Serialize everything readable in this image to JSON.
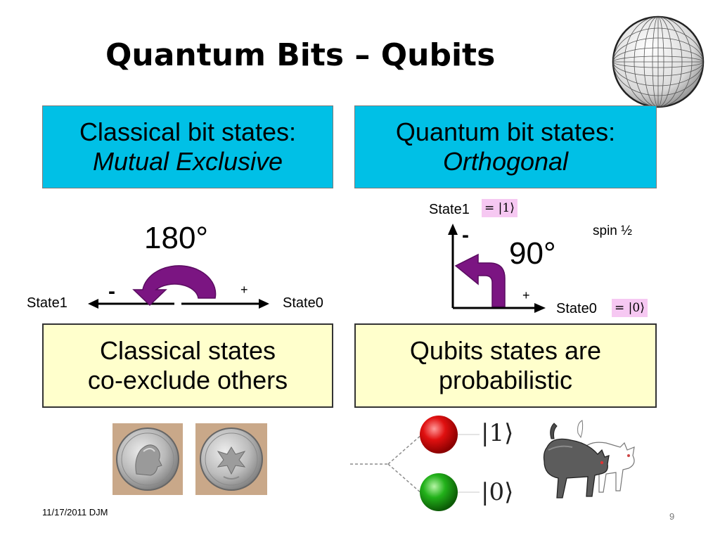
{
  "slide": {
    "title": "Quantum Bits – Qubits",
    "footer_left": "11/17/2011 DJM",
    "page_number": "9"
  },
  "classical": {
    "header_line1": "Classical bit states:",
    "header_line2": "Mutual Exclusive",
    "angle_label": "180°",
    "minus_label": "-",
    "plus_label": "+",
    "state1_label": "State1",
    "state0_label": "State0",
    "note_line1": "Classical states",
    "note_line2": "co-exclude others"
  },
  "quantum": {
    "header_line1": "Quantum bit states:",
    "header_line2": "Orthogonal",
    "angle_label": "90°",
    "minus_label": "-",
    "plus_label": "+",
    "state1_label": "State1",
    "state0_label": "State0",
    "ket1": "= |1⟩",
    "ket0": "= |0⟩",
    "spin_label": "spin ½",
    "note_line1": "Qubits states are",
    "note_line2": "probabilistic",
    "diagram_ket1": "|1⟩",
    "diagram_ket0": "|0⟩"
  },
  "colors": {
    "header_bg": "#00c0e6",
    "note_bg": "#ffffcc",
    "arrow_purple": "#7b1582",
    "ket_bg": "#f6c8f2",
    "ball_red": "#e01010",
    "ball_green": "#22b11a"
  }
}
